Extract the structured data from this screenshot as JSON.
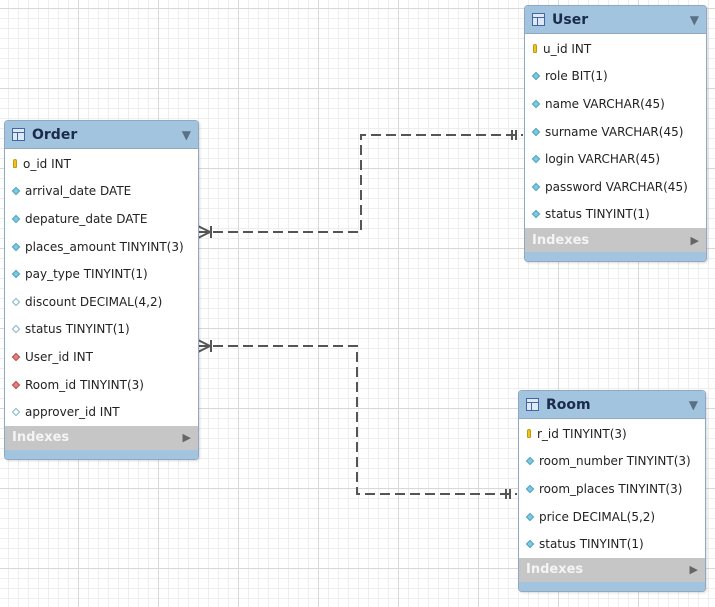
{
  "tables": {
    "order": {
      "name": "Order",
      "indexes_label": "Indexes",
      "columns": [
        {
          "text": "o_id INT",
          "kind": "pk"
        },
        {
          "text": "arrival_date DATE",
          "kind": "col"
        },
        {
          "text": "depature_date DATE",
          "kind": "col"
        },
        {
          "text": "places_amount TINYINT(3)",
          "kind": "col"
        },
        {
          "text": "pay_type TINYINT(1)",
          "kind": "col"
        },
        {
          "text": "discount DECIMAL(4,2)",
          "kind": "nullable"
        },
        {
          "text": "status TINYINT(1)",
          "kind": "nullable"
        },
        {
          "text": "User_id INT",
          "kind": "fk"
        },
        {
          "text": "Room_id TINYINT(3)",
          "kind": "fk"
        },
        {
          "text": "approver_id INT",
          "kind": "nullable"
        }
      ]
    },
    "user": {
      "name": "User",
      "indexes_label": "Indexes",
      "columns": [
        {
          "text": "u_id INT",
          "kind": "pk"
        },
        {
          "text": "role BIT(1)",
          "kind": "col"
        },
        {
          "text": "name VARCHAR(45)",
          "kind": "col"
        },
        {
          "text": "surname VARCHAR(45)",
          "kind": "col"
        },
        {
          "text": "login VARCHAR(45)",
          "kind": "col"
        },
        {
          "text": "password VARCHAR(45)",
          "kind": "col"
        },
        {
          "text": "status TINYINT(1)",
          "kind": "col"
        }
      ]
    },
    "room": {
      "name": "Room",
      "indexes_label": "Indexes",
      "columns": [
        {
          "text": "r_id TINYINT(3)",
          "kind": "pk"
        },
        {
          "text": "room_number TINYINT(3)",
          "kind": "col"
        },
        {
          "text": "room_places TINYINT(3)",
          "kind": "col"
        },
        {
          "text": "price DECIMAL(5,2)",
          "kind": "col"
        },
        {
          "text": "status TINYINT(1)",
          "kind": "col"
        }
      ]
    }
  },
  "relationships": [
    {
      "from": "Order",
      "to": "User",
      "from_cardinality": "one-or-many",
      "to_cardinality": "exactly-one"
    },
    {
      "from": "Order",
      "to": "Room",
      "from_cardinality": "one-or-many",
      "to_cardinality": "exactly-one"
    }
  ],
  "colors": {
    "header": "#a3c4df",
    "indexes_bar": "#c6c6c6",
    "connector": "#555555"
  },
  "icons": {
    "table": "table-icon",
    "primary_key": "key-icon",
    "column": "column-diamond-icon",
    "nullable": "nullable-diamond-icon",
    "foreign_key": "foreign-key-diamond-icon",
    "collapse": "collapse-triangle-icon",
    "expand_indexes": "expand-triangle-icon"
  }
}
